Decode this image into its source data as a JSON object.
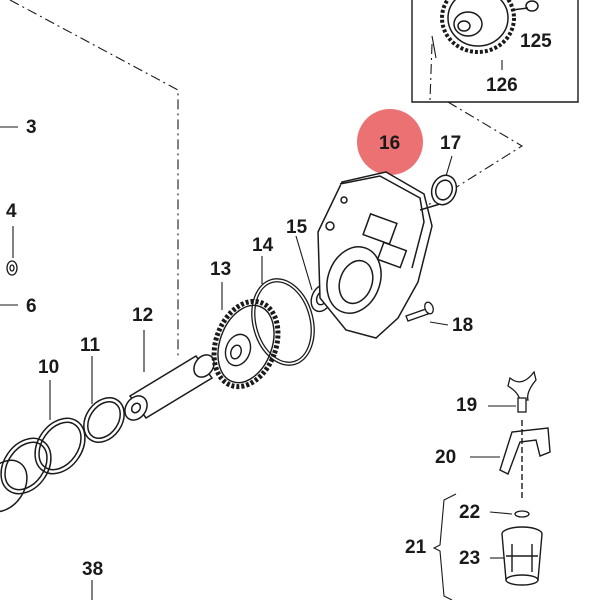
{
  "highlight_color": "#e8585a",
  "line_color": "#1a1a1a",
  "labels": {
    "p3": "3",
    "p4": "4",
    "p6": "6",
    "p10": "10",
    "p11": "11",
    "p12": "12",
    "p13": "13",
    "p14": "14",
    "p15": "15",
    "p16": "16",
    "p17": "17",
    "p18": "18",
    "p19": "19",
    "p20": "20",
    "p21": "21",
    "p22": "22",
    "p23": "23",
    "p38": "38",
    "p125": "125",
    "p126": "126"
  },
  "highlighted_part": "16"
}
